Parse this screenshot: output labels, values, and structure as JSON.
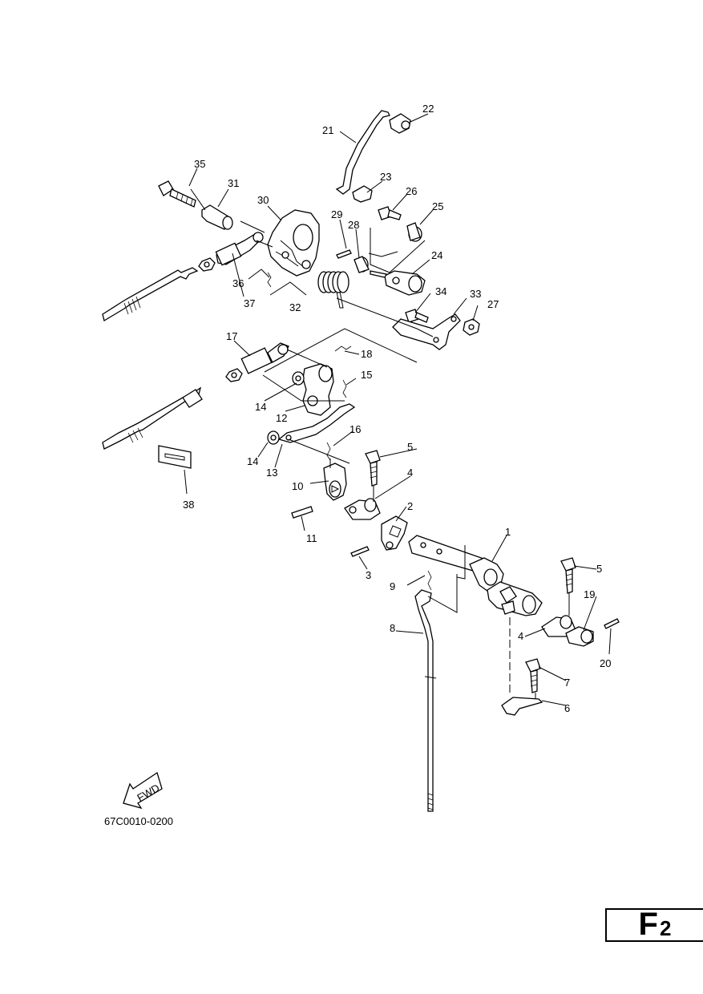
{
  "callouts": [
    {
      "id": "c1",
      "text": "1"
    },
    {
      "id": "c2",
      "text": "2"
    },
    {
      "id": "c3",
      "text": "3"
    },
    {
      "id": "c4a",
      "text": "4"
    },
    {
      "id": "c4b",
      "text": "4"
    },
    {
      "id": "c5a",
      "text": "5"
    },
    {
      "id": "c5b",
      "text": "5"
    },
    {
      "id": "c6",
      "text": "6"
    },
    {
      "id": "c7",
      "text": "7"
    },
    {
      "id": "c8",
      "text": "8"
    },
    {
      "id": "c9",
      "text": "9"
    },
    {
      "id": "c10",
      "text": "10"
    },
    {
      "id": "c11",
      "text": "11"
    },
    {
      "id": "c12",
      "text": "12"
    },
    {
      "id": "c13",
      "text": "13"
    },
    {
      "id": "c14a",
      "text": "14"
    },
    {
      "id": "c14b",
      "text": "14"
    },
    {
      "id": "c15",
      "text": "15"
    },
    {
      "id": "c16",
      "text": "16"
    },
    {
      "id": "c17",
      "text": "17"
    },
    {
      "id": "c18",
      "text": "18"
    },
    {
      "id": "c19",
      "text": "19"
    },
    {
      "id": "c20",
      "text": "20"
    },
    {
      "id": "c21",
      "text": "21"
    },
    {
      "id": "c22",
      "text": "22"
    },
    {
      "id": "c23",
      "text": "23"
    },
    {
      "id": "c24",
      "text": "24"
    },
    {
      "id": "c25",
      "text": "25"
    },
    {
      "id": "c26",
      "text": "26"
    },
    {
      "id": "c27",
      "text": "27"
    },
    {
      "id": "c28",
      "text": "28"
    },
    {
      "id": "c29",
      "text": "29"
    },
    {
      "id": "c30",
      "text": "30"
    },
    {
      "id": "c31",
      "text": "31"
    },
    {
      "id": "c32",
      "text": "32"
    },
    {
      "id": "c33",
      "text": "33"
    },
    {
      "id": "c34",
      "text": "34"
    },
    {
      "id": "c35",
      "text": "35"
    },
    {
      "id": "c36",
      "text": "36"
    },
    {
      "id": "c37",
      "text": "37"
    },
    {
      "id": "c38",
      "text": "38"
    }
  ],
  "fwd_label": "FWD",
  "drawing_code": "67C0010-0200",
  "page_badge": {
    "letter": "F",
    "number": "2"
  }
}
